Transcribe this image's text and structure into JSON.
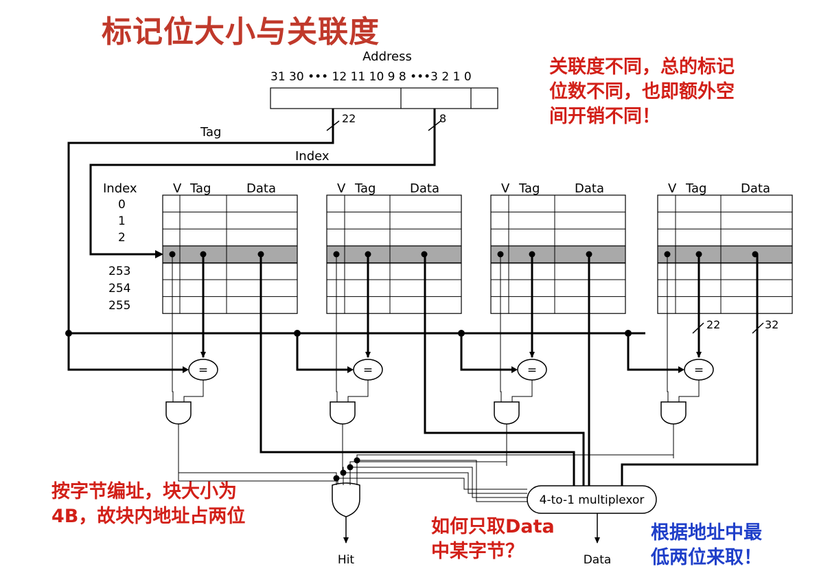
{
  "title": "标记位大小与关联度",
  "notes": {
    "top_right": [
      "关联度不同，总的标记",
      "位数不同，也即额外空",
      "间开销不同！"
    ],
    "bottom_left": [
      "按字节编址，块大小为",
      "4B，故块内地址占两位"
    ],
    "bottom_middle": [
      "如何只取Data",
      "中某字节？"
    ],
    "bottom_right": [
      "根据地址中最",
      "低两位来取！"
    ]
  },
  "diagram": {
    "address_label": "Address",
    "address_bits": "31 30 ••• 12 11 10 9 8 •••3 2 1 0",
    "tag_label": "Tag",
    "index_label": "Index",
    "tag_width": "22",
    "index_width": "8",
    "col_index": "Index",
    "col_v": "V",
    "col_tag": "Tag",
    "col_data": "Data",
    "rows_top": [
      "0",
      "1",
      "2"
    ],
    "rows_bottom": [
      "253",
      "254",
      "255"
    ],
    "comparator": "=",
    "bus_tag_width": "22",
    "bus_data_width": "32",
    "mux_label": "4-to-1 multiplexor",
    "hit_label": "Hit",
    "data_label": "Data"
  }
}
